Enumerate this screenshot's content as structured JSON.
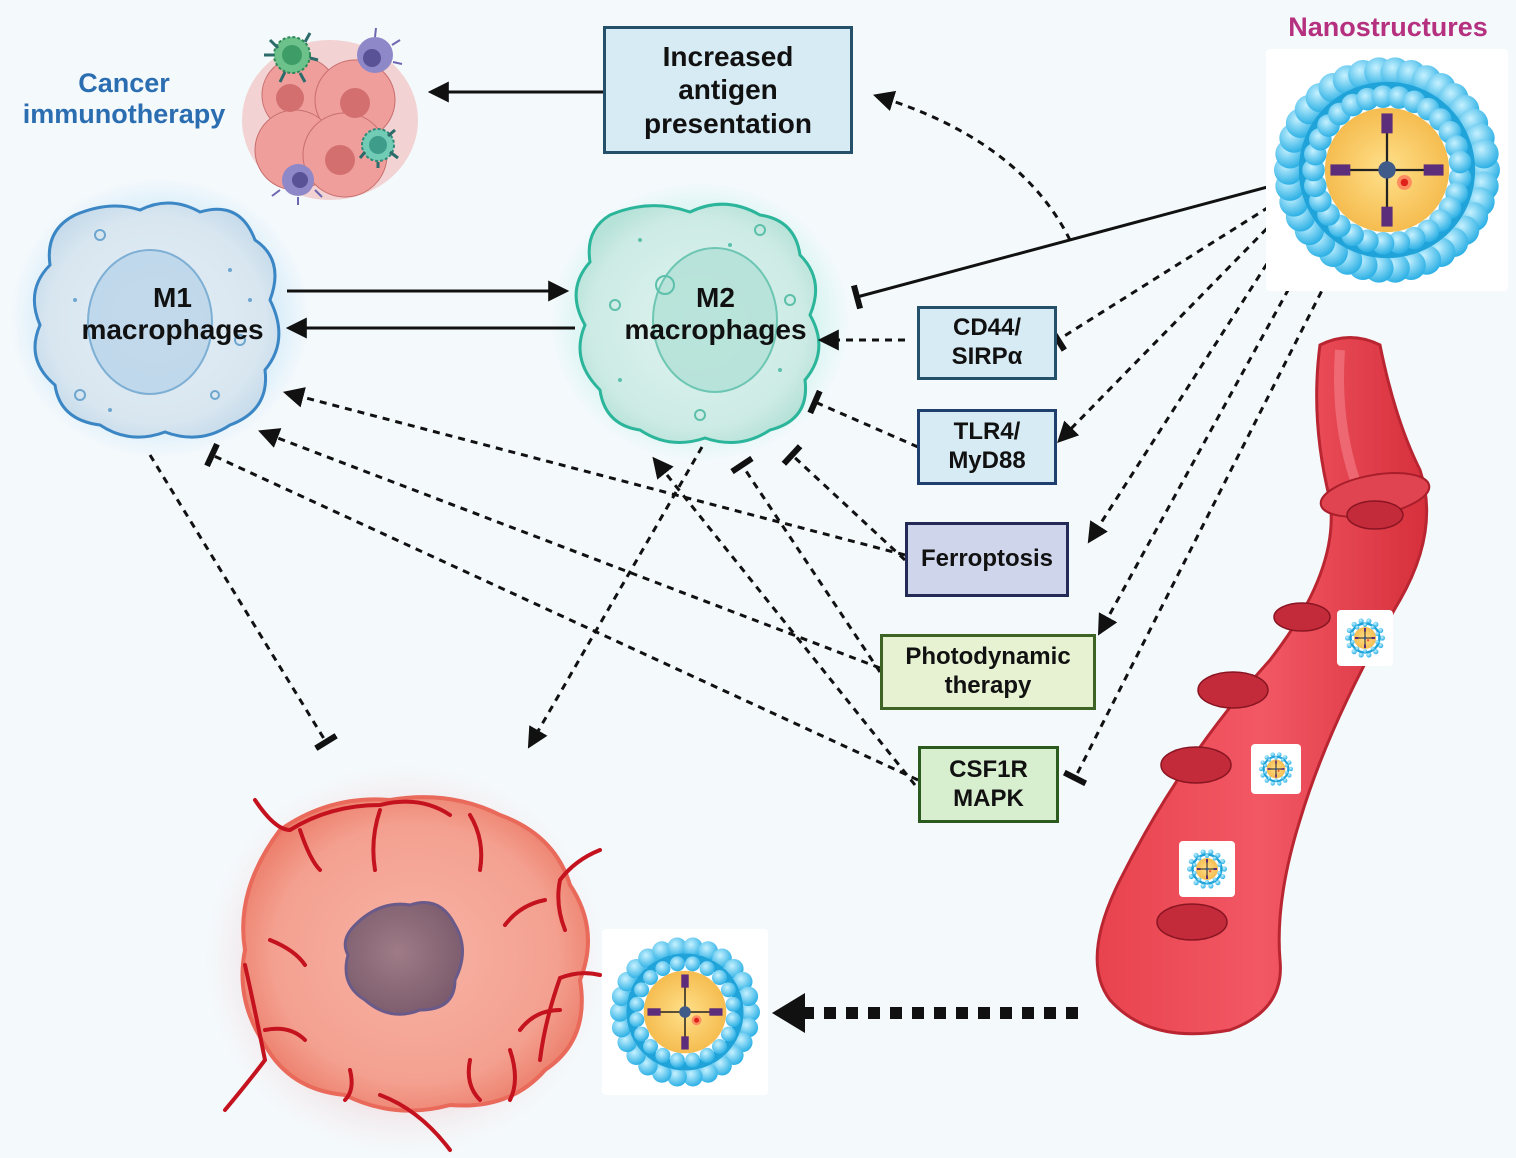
{
  "title_labels": {
    "cancer_immunotherapy": "Cancer immunotherapy",
    "cancer_line1": "Cancer",
    "cancer_line2": "immunotherapy",
    "nanostructures": "Nanostructures"
  },
  "cells": {
    "m1": {
      "line1": "M1",
      "line2": "macrophages"
    },
    "m2": {
      "line1": "M2",
      "line2": "macrophages"
    }
  },
  "boxes": {
    "antigen": {
      "line1": "Increased",
      "line2": "antigen",
      "line3": "presentation"
    },
    "cd44": {
      "line1": "CD44/",
      "line2": "SIRPα"
    },
    "tlr4": {
      "line1": "TLR4/",
      "line2": "MyD88"
    },
    "ferroptosis": {
      "line1": "Ferroptosis"
    },
    "pdt": {
      "line1": "Photodynamic",
      "line2": "therapy"
    },
    "csf1r": {
      "line1": "CSF1R",
      "line2": "MAPK"
    }
  },
  "colors": {
    "cancer_label": "#2a6db0",
    "nano_label": "#b5307f",
    "background": "#f4f9fc",
    "arrow": "#111111",
    "vessel": "#e8434e",
    "tumor": "#f28a78",
    "vein": "#c4121f"
  },
  "relations": [
    {
      "from": "M1 macrophages",
      "to": "M2 macrophages",
      "type": "activation",
      "style": "solid"
    },
    {
      "from": "M2 macrophages",
      "to": "M1 macrophages",
      "type": "activation",
      "style": "solid"
    },
    {
      "from": "Increased antigen presentation",
      "to": "Cancer immunotherapy",
      "type": "activation",
      "style": "solid"
    },
    {
      "from": "Nanostructures",
      "to": "M2 macrophages",
      "type": "inhibition",
      "style": "solid"
    },
    {
      "from": "Nanostructures",
      "to": "Increased antigen presentation",
      "type": "activation",
      "style": "dashed"
    },
    {
      "from": "Nanostructures",
      "to": "CD44/SIRPα",
      "type": "inhibition",
      "style": "dashed"
    },
    {
      "from": "Nanostructures",
      "to": "TLR4/MyD88",
      "type": "activation",
      "style": "dashed"
    },
    {
      "from": "Nanostructures",
      "to": "Ferroptosis",
      "type": "activation",
      "style": "dashed"
    },
    {
      "from": "Nanostructures",
      "to": "Photodynamic therapy",
      "type": "activation",
      "style": "dashed"
    },
    {
      "from": "Nanostructures",
      "to": "CSF1R MAPK",
      "type": "inhibition",
      "style": "dashed"
    },
    {
      "from": "CD44/SIRPα",
      "to": "M2 macrophages",
      "type": "activation",
      "style": "dashed"
    },
    {
      "from": "TLR4/MyD88",
      "to": "M2 macrophages",
      "type": "inhibition",
      "style": "dashed"
    },
    {
      "from": "Ferroptosis",
      "to": "M1 macrophages",
      "type": "activation",
      "style": "dashed"
    },
    {
      "from": "Ferroptosis",
      "to": "M2 macrophages",
      "type": "inhibition",
      "style": "dashed"
    },
    {
      "from": "Photodynamic therapy",
      "to": "M1 macrophages",
      "type": "activation",
      "style": "dashed"
    },
    {
      "from": "Photodynamic therapy",
      "to": "M2 macrophages",
      "type": "inhibition",
      "style": "dashed"
    },
    {
      "from": "CSF1R MAPK",
      "to": "M1 macrophages",
      "type": "inhibition",
      "style": "dashed"
    },
    {
      "from": "CSF1R MAPK",
      "to": "M2 macrophages",
      "type": "activation",
      "style": "dashed"
    },
    {
      "from": "M1 macrophages",
      "to": "Tumor cell",
      "type": "inhibition",
      "style": "dashed"
    },
    {
      "from": "M2 macrophages",
      "to": "Tumor cell",
      "type": "activation",
      "style": "dashed"
    },
    {
      "from": "Blood vessel",
      "to": "Nanoparticle at tumor",
      "type": "activation",
      "style": "thick-dashed"
    }
  ]
}
